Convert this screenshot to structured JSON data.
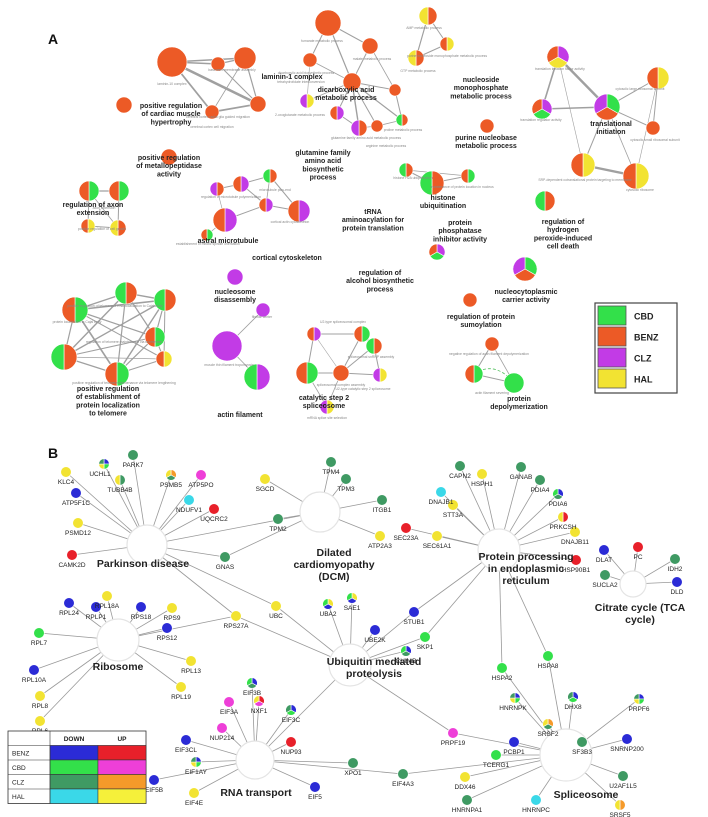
{
  "panel_a_label": "A",
  "panel_b_label": "B",
  "colors": {
    "green": "#33e04a",
    "orange": "#ec5a26",
    "purple": "#c23be6",
    "yellow": "#f2e332",
    "blue": "#2b2bd6",
    "red": "#e8202a",
    "teal": "#3f9a63",
    "pink": "#ee3fd8",
    "cyan": "#3ad8e8",
    "lemon": "#f5f03a",
    "gorange": "#f59a2a",
    "hub": "#ffffff"
  },
  "legend_a": [
    {
      "label": "CBD",
      "color": "#33e04a"
    },
    {
      "label": "BENZ",
      "color": "#ec5a26"
    },
    {
      "label": "CLZ",
      "color": "#c23be6"
    },
    {
      "label": "HAL",
      "color": "#f2e332"
    }
  ],
  "legend_b": {
    "col_down": "DOWN",
    "col_up": "UP",
    "rows": [
      {
        "label": "BENZ",
        "down": "#2b2bd6",
        "up": "#e8202a"
      },
      {
        "label": "CBD",
        "down": "#33e04a",
        "up": "#ee3fd8"
      },
      {
        "label": "CLZ",
        "down": "#3f9a63",
        "up": "#f59a2a"
      },
      {
        "label": "HAL",
        "down": "#3ad8e8",
        "up": "#f5f03a"
      }
    ]
  },
  "clusters_a": [
    {
      "label": "laminin-1 complex"
    },
    {
      "label": "positive regulation|of cardiac muscle|hypertrophy"
    },
    {
      "label": "positive regulation|of metallopeptidase|activity"
    },
    {
      "label": "dicarboxylic acid|metabolic process"
    },
    {
      "label": "nucleoside|monophosphate|metabolic process"
    },
    {
      "label": "purine nucleobase|metabolic process"
    },
    {
      "label": "translational|initiation"
    },
    {
      "label": "glutamine family|amino acid|biosynthetic|process"
    },
    {
      "label": "regulation of axon|extension"
    },
    {
      "label": "astral microtubule"
    },
    {
      "label": "cortical cytoskeleton"
    },
    {
      "label": "histone|ubiquitination"
    },
    {
      "label": "tRNA|aminoacylation for|protein translation"
    },
    {
      "label": "protein|phosphatase|inhibitor activity"
    },
    {
      "label": "regulation of|hydrogen|peroxide-induced|cell death"
    },
    {
      "label": "nucleosome|disassembly"
    },
    {
      "label": "regulation of|alcohol biosynthetic|process"
    },
    {
      "label": "nucleocytoplasmic|carrier activity"
    },
    {
      "label": "regulation of protein|sumoylation"
    },
    {
      "label": "positive regulation|of establishment of|protein localization|to telomere"
    },
    {
      "label": "actin filament"
    },
    {
      "label": "catalytic step 2|spliceosome"
    },
    {
      "label": "protein|depolymerization"
    }
  ],
  "small_labels_a": [
    "basement membrane assembly",
    "laminin-10 complex",
    "cerebral cortex radial glia guided migration",
    "cerebral cortex cell migration",
    "fumarate metabolic process",
    "malate metabolic process",
    "dicarboxylic acid biosynthetic process",
    "tetrahydrofolate interconversion",
    "2-oxoglutarate metabolic process",
    "glutamine family amino acid metabolic process",
    "proline metabolic process",
    "arginine metabolic process",
    "AMP metabolic process",
    "purine nucleoside monophosphate metabolic process",
    "GTP metabolic process",
    "translation initiation factor activity",
    "translation regulator activity",
    "cytosolic large ribosomal subunit",
    "cytosolic small ribosomal subunit",
    "SRP-dependent cotranslational protein targeting to membrane",
    "cytosolic ribosome",
    "axon extension",
    "positive regulation of cell growth",
    "regulation of microtubule polymerization",
    "establishment of mitotic spindle orientation",
    "cortical actin cytoskeleton",
    "microtubule plus-end",
    "histone H2A ubiquitination",
    "maintenance of protein location in nucleus",
    "fibrillar center",
    "muscle thin filament tropomyosin",
    "protein localization to Cajal body",
    "positive regulation of telomerase RNA localization to Cajal body",
    "regulation of telomere maintenance via telomerase",
    "positive regulation of telomere maintenance via telomere lengthening",
    "U2-type spliceosomal complex",
    "spliceosomal snRNP assembly",
    "spliceosomal complex assembly",
    "U2-type catalytic step 2 spliceosome",
    "mRNA splice site selection",
    "negative regulation of actin filament depolymerization",
    "actin filament severing"
  ],
  "pathways_b": [
    {
      "label": "Parkinson disease"
    },
    {
      "label": "Dilated|cardiomyopathy|(DCM)"
    },
    {
      "label": "Protein processing|in endoplasmic|reticulum"
    },
    {
      "label": "Citrate cycle (TCA|cycle)"
    },
    {
      "label": "Ribosome"
    },
    {
      "label": "Ubiquitin mediated|proteolysis"
    },
    {
      "label": "RNA transport"
    },
    {
      "label": "Spliceosome"
    }
  ],
  "genes_b": [
    "KLC4",
    "UCHL1",
    "TUBB4B",
    "PARK7",
    "PSMB5",
    "ATP5PO",
    "ATP5F1C",
    "NDUFV1",
    "UQCRC2",
    "PSMD12",
    "CAMK2D",
    "GNAS",
    "SGCD",
    "TPM2",
    "TPM4",
    "TPM3",
    "ITGB1",
    "ATP2A3",
    "CAPN2",
    "HSPH1",
    "GANAB",
    "PDIA4",
    "PDIA6",
    "DNAJB1",
    "STT3A",
    "SEC23A",
    "SEC61A1",
    "PRKCSH",
    "DNAJB11",
    "HSP90B1",
    "DLAT",
    "PC",
    "IDH2",
    "SUCLA2",
    "DLD",
    "RPL18A",
    "RPL24",
    "RPLP1",
    "RPS18",
    "RPS9",
    "RPS12",
    "RPL7",
    "RPL10A",
    "RPL13",
    "RPL8",
    "RPL19",
    "RPL6",
    "RPS27A",
    "UBC",
    "UBA2",
    "SAE1",
    "STUB1",
    "UBE2K",
    "SKP1",
    "CUL4B",
    "EIF3B",
    "EIF3A",
    "NXF1",
    "NUP214",
    "EIF3C",
    "NUP93",
    "EIF3CL",
    "EIF1AY",
    "XPO1",
    "EIF5B",
    "EIF4E",
    "EIF5",
    "EIF4A3",
    "HSPA2",
    "HSPA8",
    "HNRNPK",
    "DHX8",
    "SRSF2",
    "PRPF6",
    "SF3B3",
    "PRPF19",
    "TCERG1",
    "PCBP1",
    "SNRNP200",
    "U2AF1L5",
    "DDX46",
    "HNRNPA1",
    "HNRNPC",
    "SRSF5"
  ]
}
